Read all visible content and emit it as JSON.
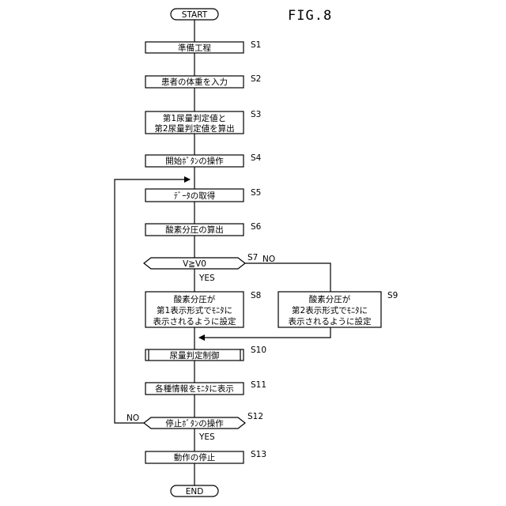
{
  "figure_label": "FIG.8",
  "terminals": {
    "start": "START",
    "end": "END"
  },
  "steps": {
    "s1": {
      "id": "S1",
      "line1": "準備工程"
    },
    "s2": {
      "id": "S2",
      "line1": "患者の体重を入力"
    },
    "s3": {
      "id": "S3",
      "line1": "第1尿量判定値と",
      "line2": "第2尿量判定値を算出"
    },
    "s4": {
      "id": "S4",
      "line1": "開始ﾎﾞﾀﾝの操作"
    },
    "s5": {
      "id": "S5",
      "line1": "ﾃﾞｰﾀの取得"
    },
    "s6": {
      "id": "S6",
      "line1": "酸素分圧の算出"
    },
    "s7": {
      "id": "S7",
      "line1": "V≧V0"
    },
    "s8": {
      "id": "S8",
      "line1": "酸素分圧が",
      "line2": "第1表示形式でﾓﾆﾀに",
      "line3": "表示されるように設定"
    },
    "s9": {
      "id": "S9",
      "line1": "酸素分圧が",
      "line2": "第2表示形式でﾓﾆﾀに",
      "line3": "表示されるように設定"
    },
    "s10": {
      "id": "S10",
      "line1": "尿量判定制御"
    },
    "s11": {
      "id": "S11",
      "line1": "各種情報をﾓﾆﾀに表示"
    },
    "s12": {
      "id": "S12",
      "line1": "停止ﾎﾞﾀﾝの操作"
    },
    "s13": {
      "id": "S13",
      "line1": "動作の停止"
    }
  },
  "branch_labels": {
    "s7_no": "NO",
    "s7_yes": "YES",
    "s12_no": "NO",
    "s12_yes": "YES"
  }
}
